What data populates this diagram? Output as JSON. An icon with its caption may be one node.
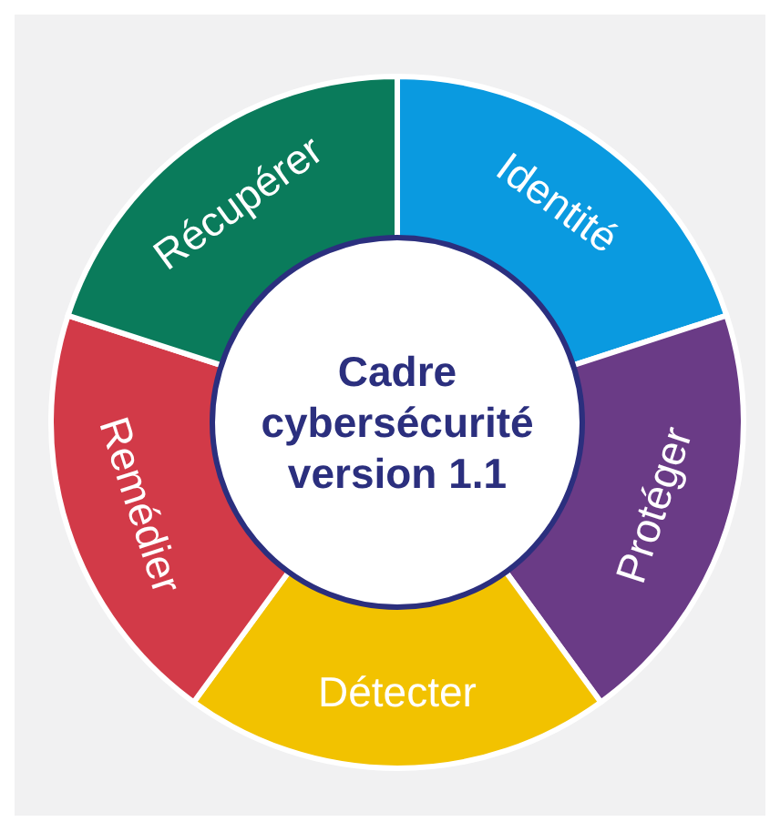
{
  "diagram": {
    "nodes": [
      {
        "text": [
          "Cadre cybersécurité version 1.1"
        ]
      },
      {
        "text": [
          "Identité"
        ]
      },
      {
        "text": [
          "Protéger"
        ]
      },
      {
        "text": [
          "Détecter"
        ]
      },
      {
        "text": [
          "Remédier"
        ]
      },
      {
        "text": [
          "Récupérer"
        ]
      }
    ]
  }
}
